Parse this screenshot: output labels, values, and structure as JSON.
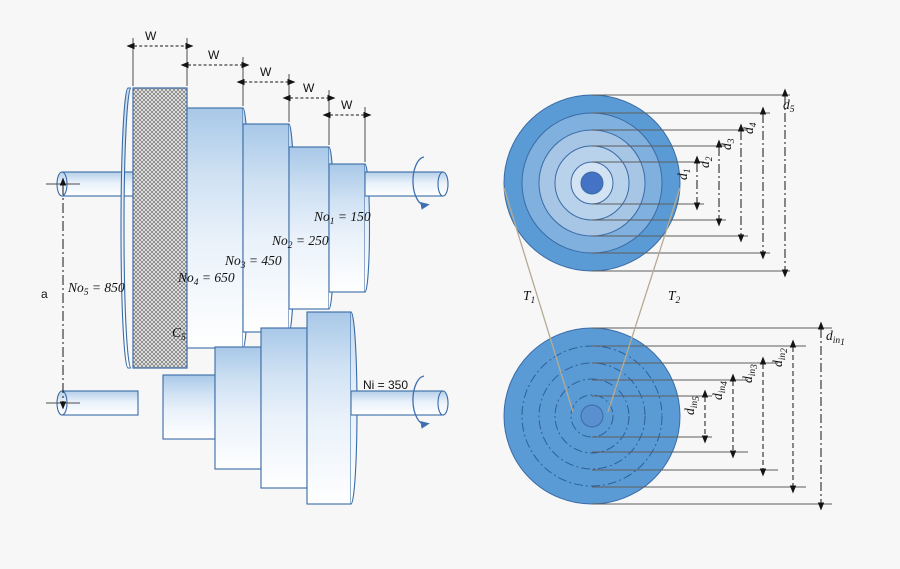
{
  "diagram": {
    "title": "Stepped cone pulley drive",
    "background_color": "#f7f7f7",
    "accent_color": "#4472a8",
    "fill_color": "#5b9bd5",
    "outline_color": "#3a6ba5",
    "dimension_color": "#4d4d4d"
  },
  "left_view": {
    "width_labels": [
      "W",
      "W",
      "W",
      "W",
      "W"
    ],
    "center_distance_label": "a",
    "clearance_label": "C",
    "clearance_sub": "5",
    "driver_speeds": [
      {
        "name": "No",
        "sub": "1",
        "eq": "=",
        "value": "150",
        "text": "No1 = 150"
      },
      {
        "name": "No",
        "sub": "2",
        "eq": "=",
        "value": "250",
        "text": "No2 = 250"
      },
      {
        "name": "No",
        "sub": "3",
        "eq": "=",
        "value": "450",
        "text": "No3 = 450"
      },
      {
        "name": "No",
        "sub": "4",
        "eq": "=",
        "value": "650",
        "text": "No4 = 650"
      },
      {
        "name": "No",
        "sub": "5",
        "eq": "=",
        "value": "850",
        "text": "No5 = 850"
      }
    ],
    "input_speed": {
      "name": "Ni",
      "eq": "=",
      "value": "350",
      "text": "Ni = 350"
    }
  },
  "right_view": {
    "belt_labels": [
      {
        "name": "T",
        "sub": "1"
      },
      {
        "name": "T",
        "sub": "2"
      }
    ],
    "top_pulley_dims": [
      {
        "name": "d",
        "sub": "1"
      },
      {
        "name": "d",
        "sub": "2"
      },
      {
        "name": "d",
        "sub": "3"
      },
      {
        "name": "d",
        "sub": "4"
      },
      {
        "name": "d",
        "sub": "5"
      }
    ],
    "bottom_pulley_dims": [
      {
        "name": "d",
        "sub": "in1"
      },
      {
        "name": "d",
        "sub": "in2"
      },
      {
        "name": "d",
        "sub": "in3"
      },
      {
        "name": "d",
        "sub": "in4"
      },
      {
        "name": "d",
        "sub": "in5"
      }
    ],
    "top_ring_radii": [
      21,
      37,
      53,
      70,
      88
    ],
    "top_ring_colors": [
      "#c9dcf0",
      "#b4cee9",
      "#a7c6e6",
      "#7fb0de",
      "#5b9bd5"
    ],
    "top_hub_color": "#4472c4",
    "bottom_disc_color": "#5b9bd5",
    "bottom_ring_radii": [
      21,
      37,
      53,
      70,
      88
    ],
    "bottom_hub_color": "#5a8fd0"
  }
}
